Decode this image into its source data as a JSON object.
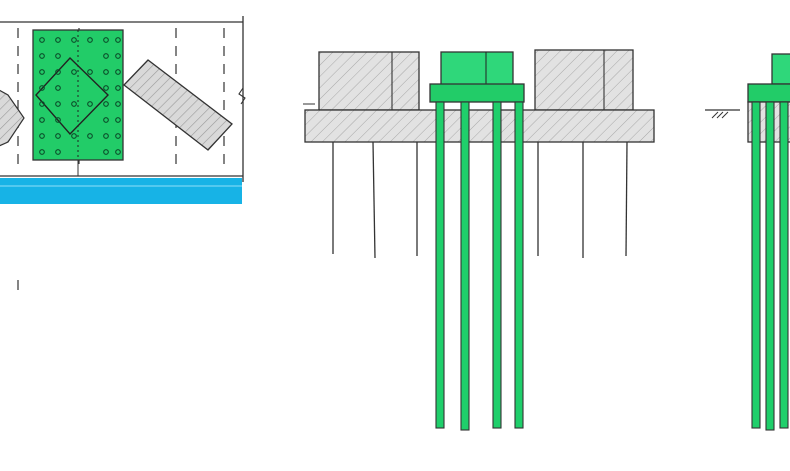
{
  "colors": {
    "paper": "#ffffff",
    "ink": "#222222",
    "concrete": "#d7d7d7",
    "new_work": "#1fcf6b",
    "new_work_light": "#3ee08a",
    "water": "#19b4e8",
    "hatch": "#8a8a8a"
  },
  "views": [
    {
      "name": "plan-view",
      "description_visible_text": ""
    },
    {
      "name": "section-view-existing-plus-new"
    },
    {
      "name": "section-view-new-at-grade"
    }
  ]
}
